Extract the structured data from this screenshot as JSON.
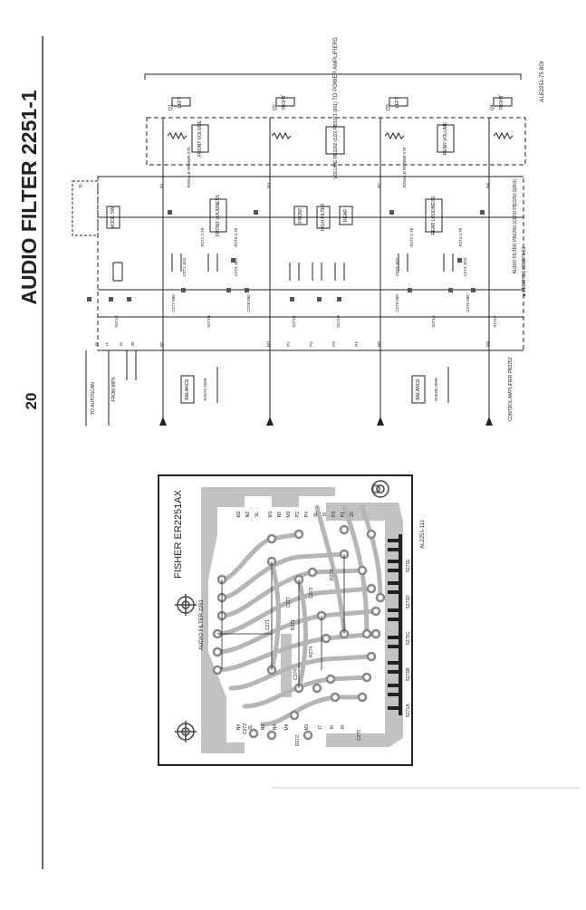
{
  "page": {
    "title": "AUDIO FILTER 2251-1",
    "page_number": "20"
  },
  "schematic": {
    "inputs": {
      "to_autoscan": "TO AUTOSCAN",
      "from_mpx": "FROM MPX"
    },
    "to_power_amplifiers": "TO POWER AMPLIFIERS",
    "top_right_ref": "ALE2251-75 BOI",
    "boards": {
      "audio_filter": "AUDIO FILTER PB2250-1(120) PB2250-3(801)",
      "control_amplifier": "CONTROL AMPLIFIER PB2253"
    },
    "note": "■ DENOTES C90975-10",
    "outputs": [
      "LEFT",
      "RIGHT",
      "LEFT",
      "RIGHT"
    ],
    "output_numbers": [
      "Q1",
      "Q2",
      "Q3",
      "Q4"
    ],
    "volume_block": "VOLUME PB2260 (120) PB2271 (801)",
    "volume_labels": [
      "FRONT VOLUME",
      "REAR VOLUME"
    ],
    "loudness_labels": [
      "FRONT LOUDNESS",
      "REAR LOUDNESS"
    ],
    "filter_labels": [
      "FRONT",
      "HIGH FILTER",
      "REAR"
    ],
    "mode_switch": "MODE SW.",
    "balance_labels": [
      "BALANCE",
      "BALANCE"
    ],
    "balance_parts": [
      "R267A 250K",
      "R267B 250K"
    ],
    "switch_labels": [
      "S271C",
      "S271B",
      "S271E",
      "S271D",
      "S271A",
      "S271F"
    ],
    "resistor_labels": [
      "R292A,B RP3060-270",
      "R294A,B RP3060-270",
      "R271 2.7K",
      "R272 2.7K",
      "R273 2.7K",
      "R274 2.7K"
    ],
    "capacitor_labels": [
      "C271 .022",
      "C272 .022",
      "C273 .022",
      "C274 .022",
      "C277 680",
      "C278 680",
      "C279 680",
      "C276 680"
    ],
    "node_labels": [
      "M1",
      "M2",
      "M3",
      "M4",
      "N1",
      "N2",
      "N3",
      "N4",
      "P1",
      "P2",
      "P3",
      "P4",
      "SL",
      "I6",
      "I7",
      "I9",
      "20"
    ]
  },
  "pcb": {
    "title": "FISHER ER2251AX",
    "module_label": "AUDIO FILTER 2251",
    "ref": "AL2251-111",
    "top_pins": [
      "M2",
      "N2",
      "SL",
      "M1",
      "N1",
      "M3",
      "P2",
      "P4",
      "SL",
      "I9",
      "P3",
      "P1",
      "20"
    ],
    "bottom_pins": [
      "N4",
      "SL",
      "N3",
      "N4",
      "M4",
      "M1",
      "I7",
      "I6",
      "I8"
    ],
    "component_labels": [
      "C273",
      "R273",
      "C277",
      "C271",
      "R271",
      "C272",
      "R274",
      "C274",
      "R272",
      "C275"
    ],
    "switch_labels": [
      "S271E",
      "S271D",
      "S271C",
      "S271B",
      "S271A"
    ]
  },
  "colors": {
    "ink": "#222222",
    "pcb_copper": "#c2c2c2",
    "background": "#ffffff"
  }
}
